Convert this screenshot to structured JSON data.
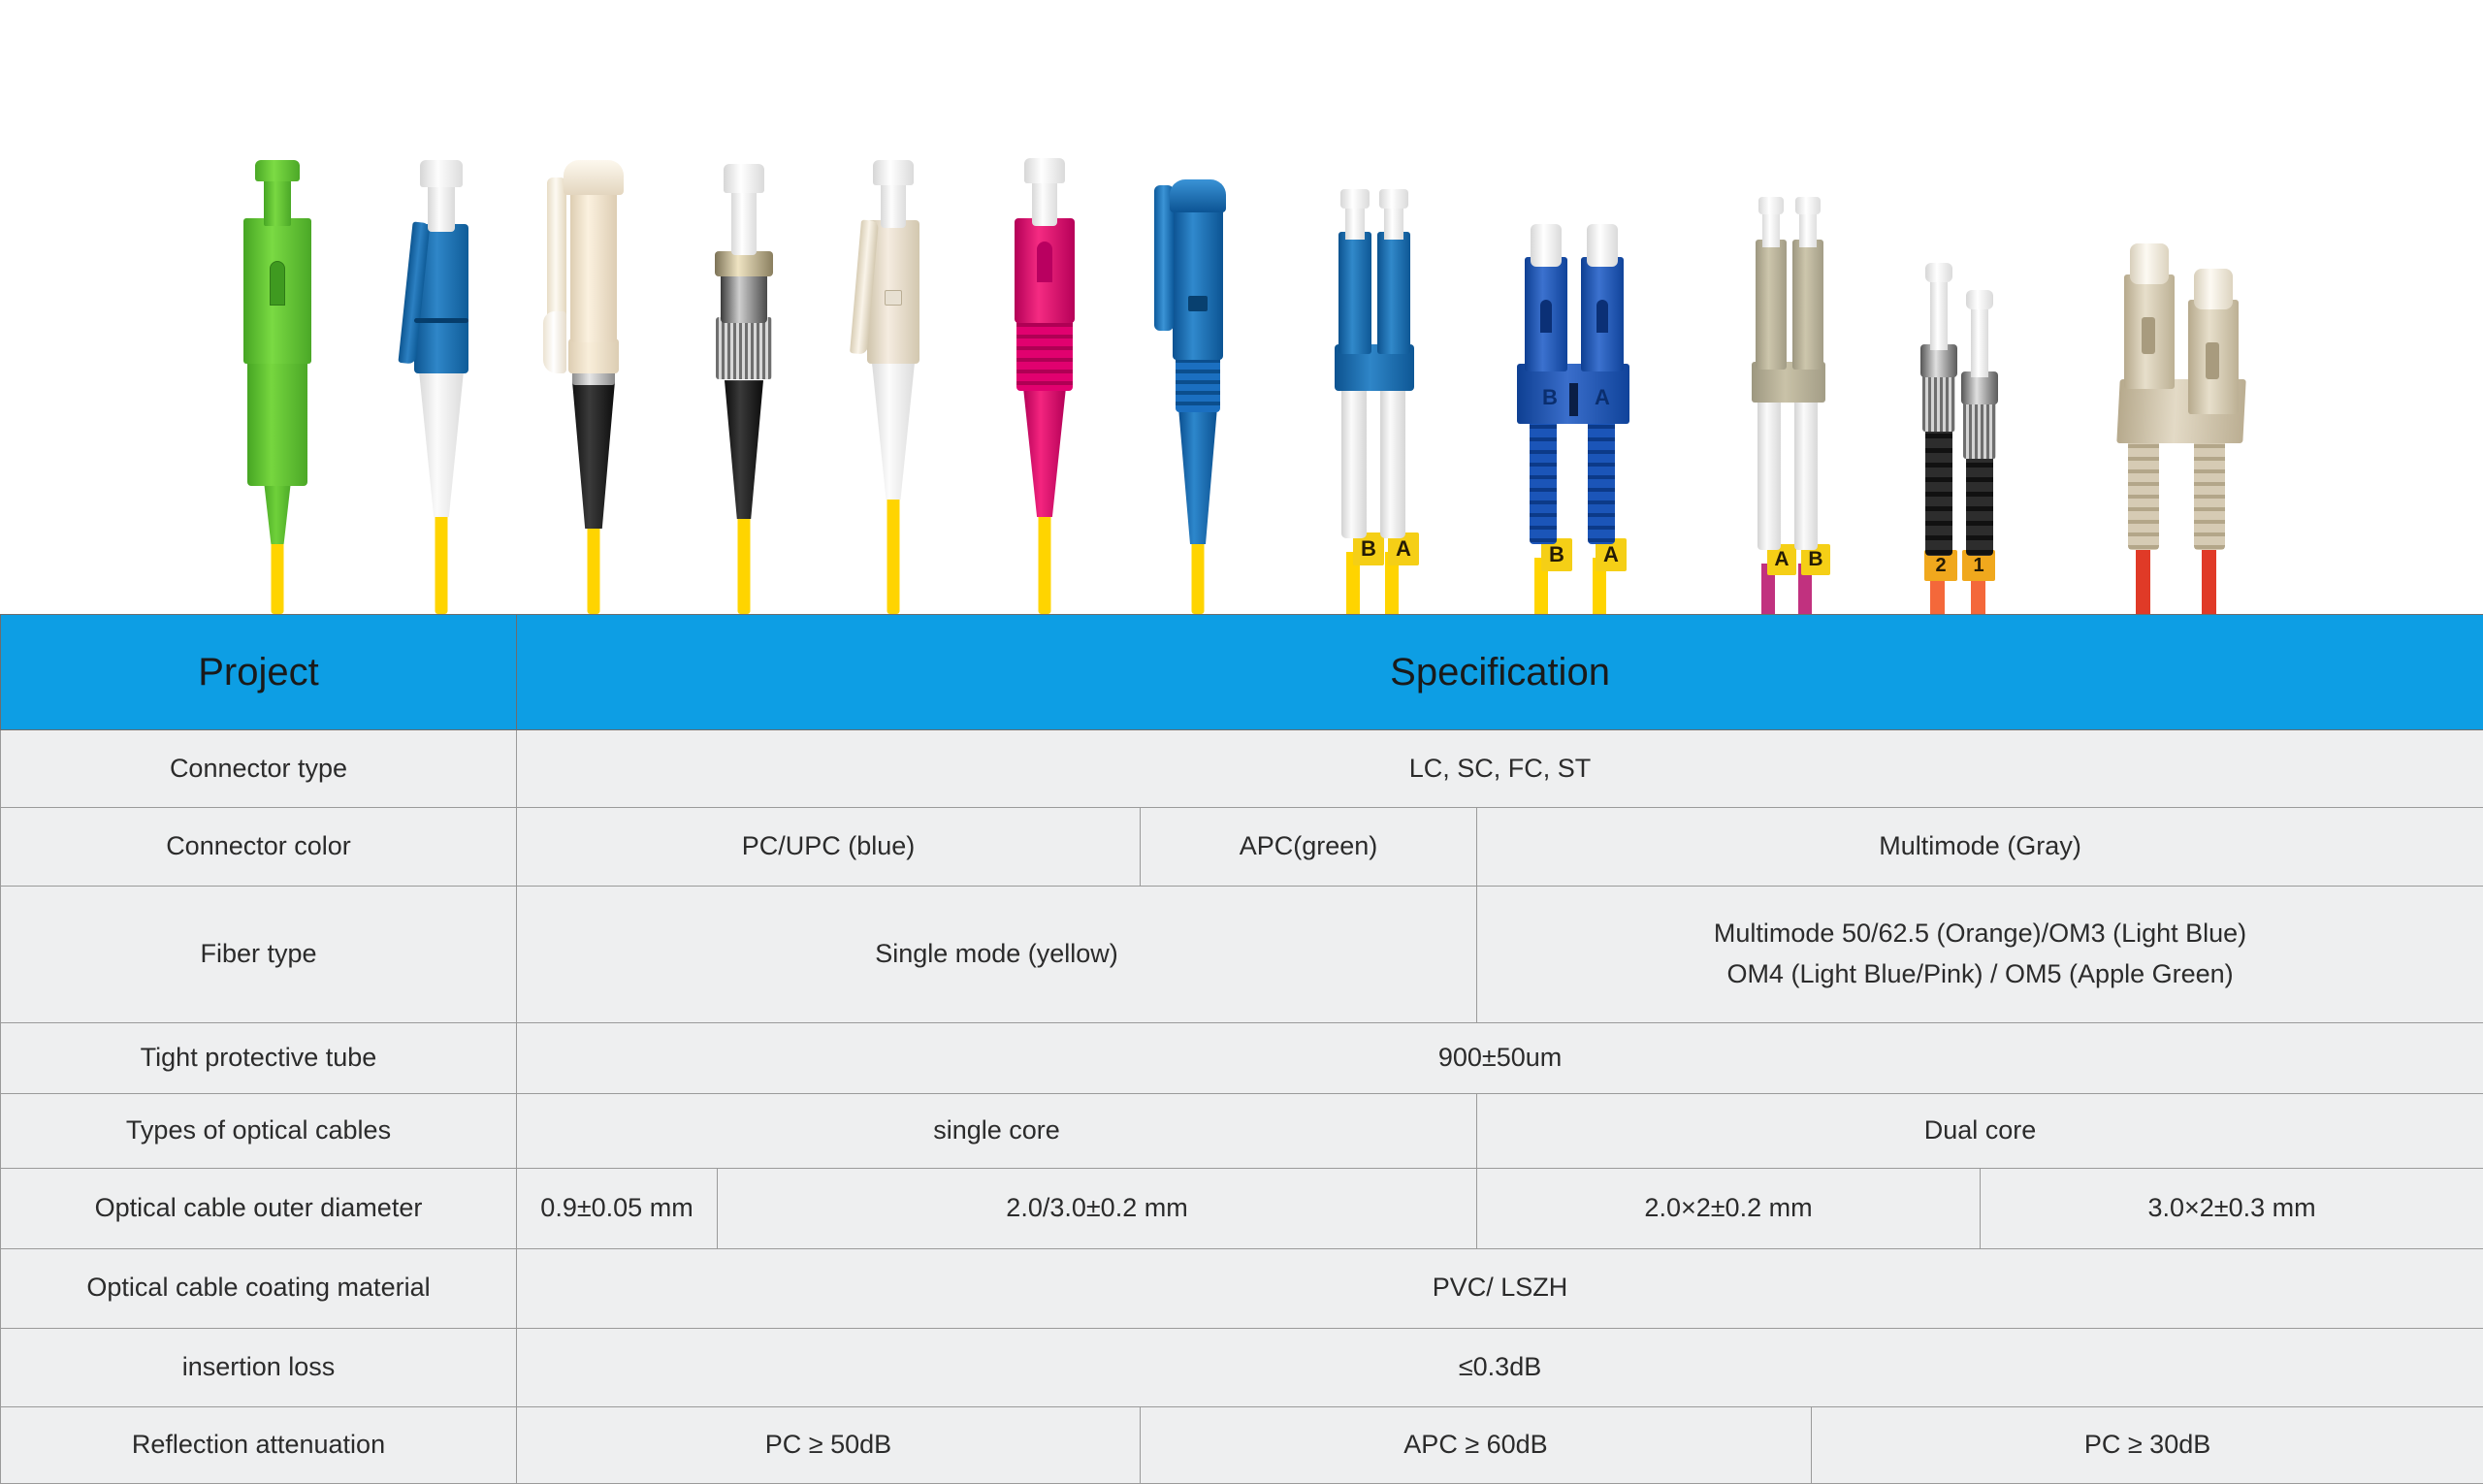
{
  "photo": {
    "alt": "Row of fiber optic patch cord connectors",
    "connectors": [
      {
        "name": "SC/APC simplex",
        "body_color": "#5cbd31",
        "cable_color": "#ffd400",
        "label": ""
      },
      {
        "name": "LC/UPC simplex long boot",
        "body_color": "#1163a8",
        "cable_color": "#ffd400",
        "label": ""
      },
      {
        "name": "E2000 beige",
        "body_color": "#f3e3cd",
        "cable_color": "#ffd400",
        "label": ""
      },
      {
        "name": "FC metal simplex",
        "body_color": "#b9b2a4",
        "cable_color": "#ffd400",
        "label": ""
      },
      {
        "name": "LC beige simplex",
        "body_color": "#ddd5c4",
        "cable_color": "#ffd400",
        "label": ""
      },
      {
        "name": "LC magenta simplex",
        "body_color": "#e4006b",
        "cable_color": "#ffd400",
        "label": ""
      },
      {
        "name": "E2000 blue simplex",
        "body_color": "#1b6fc0",
        "cable_color": "#ffd400",
        "label": ""
      },
      {
        "name": "LC duplex blue",
        "body_color": "#1163a8",
        "cable_color": "#ffd400",
        "label_a": "A",
        "label_b": "B"
      },
      {
        "name": "SC duplex blue",
        "body_color": "#1b55b8",
        "cable_color": "#ffd400",
        "label_a": "A",
        "label_b": "B"
      },
      {
        "name": "LC duplex multimode OM4",
        "body_color": "#b4ae94",
        "cable_color": "#c1317f",
        "label_a": "A",
        "label_b": "B"
      },
      {
        "name": "ST duplex multimode",
        "body_color": "#2a2a2a",
        "cable_color": "#f4683a",
        "label_a": "2",
        "label_b": "1"
      },
      {
        "name": "SC duplex multimode beige",
        "body_color": "#cfc3ac",
        "cable_color": "#e03a27",
        "label": ""
      }
    ]
  },
  "table": {
    "header": {
      "col1": "Project",
      "col2": "Specification"
    },
    "rows": [
      {
        "label": "Connector type",
        "cells": [
          {
            "text": "LC, SC, FC, ST"
          }
        ]
      },
      {
        "label": "Connector color",
        "cells": [
          {
            "text": "PC/UPC (blue)"
          },
          {
            "text": "APC(green)"
          },
          {
            "text": "Multimode (Gray)"
          }
        ]
      },
      {
        "label": "Fiber type",
        "cells": [
          {
            "text": "Single mode (yellow)"
          },
          {
            "line1": "Multimode 50/62.5 (Orange)/OM3 (Light Blue)",
            "line2": "OM4 (Light Blue/Pink) / OM5 (Apple Green)"
          }
        ]
      },
      {
        "label": "Tight protective tube",
        "cells": [
          {
            "text": "900±50um"
          }
        ]
      },
      {
        "label": "Types of optical cables",
        "cells": [
          {
            "text": "single core"
          },
          {
            "text": "Dual core"
          }
        ]
      },
      {
        "label": "Optical cable outer diameter",
        "cells": [
          {
            "text": "0.9±0.05 mm"
          },
          {
            "text": "2.0/3.0±0.2 mm"
          },
          {
            "text": "2.0×2±0.2 mm"
          },
          {
            "text": "3.0×2±0.3 mm"
          }
        ]
      },
      {
        "label": "Optical cable coating material",
        "cells": [
          {
            "text": "PVC/ LSZH"
          }
        ]
      },
      {
        "label": "insertion loss",
        "cells": [
          {
            "text": "≤0.3dB"
          }
        ]
      },
      {
        "label": "Reflection attenuation",
        "cells": [
          {
            "text": "PC ≥ 50dB"
          },
          {
            "text": "APC ≥ 60dB"
          },
          {
            "text": "PC ≥ 30dB"
          }
        ]
      }
    ]
  },
  "colors": {
    "header_blue": "#0d9ee4",
    "cell_bg": "#eeeff0",
    "border": "#9a9a9a",
    "text": "#2b2b2b"
  }
}
